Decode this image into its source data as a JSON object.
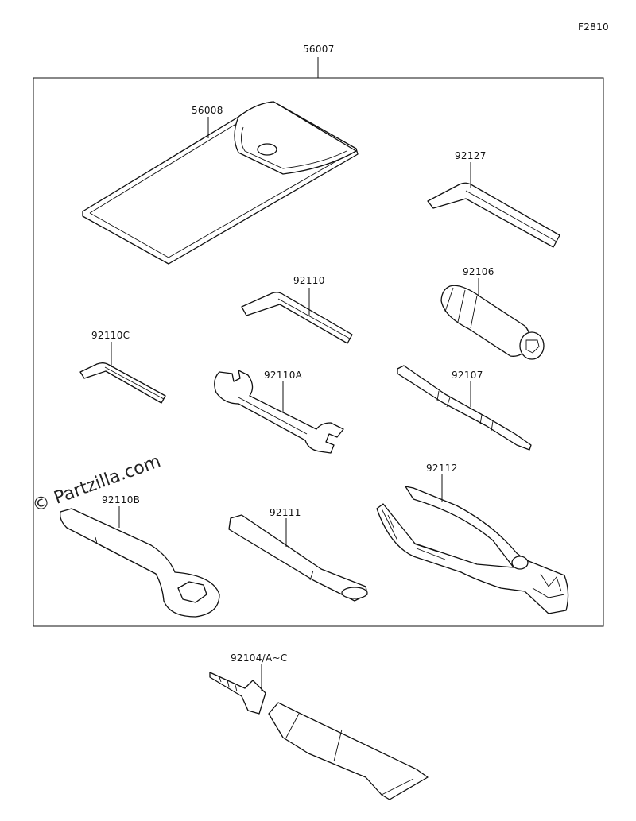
{
  "figure_code": "F2810",
  "watermark": "© Partzilla.com",
  "labels": {
    "kit": "56007",
    "pouch": "56008",
    "hex_wrench_large": "92127",
    "plug_wrench": "92106",
    "hex_wrench_medium": "92110",
    "hex_wrench_small": "92110C",
    "open_wrench": "92110A",
    "screwdriver": "92107",
    "pliers": "92112",
    "box_wrench": "92110B",
    "extension_bar": "92111",
    "valve_tool_and_cement": "92104/A~C"
  }
}
